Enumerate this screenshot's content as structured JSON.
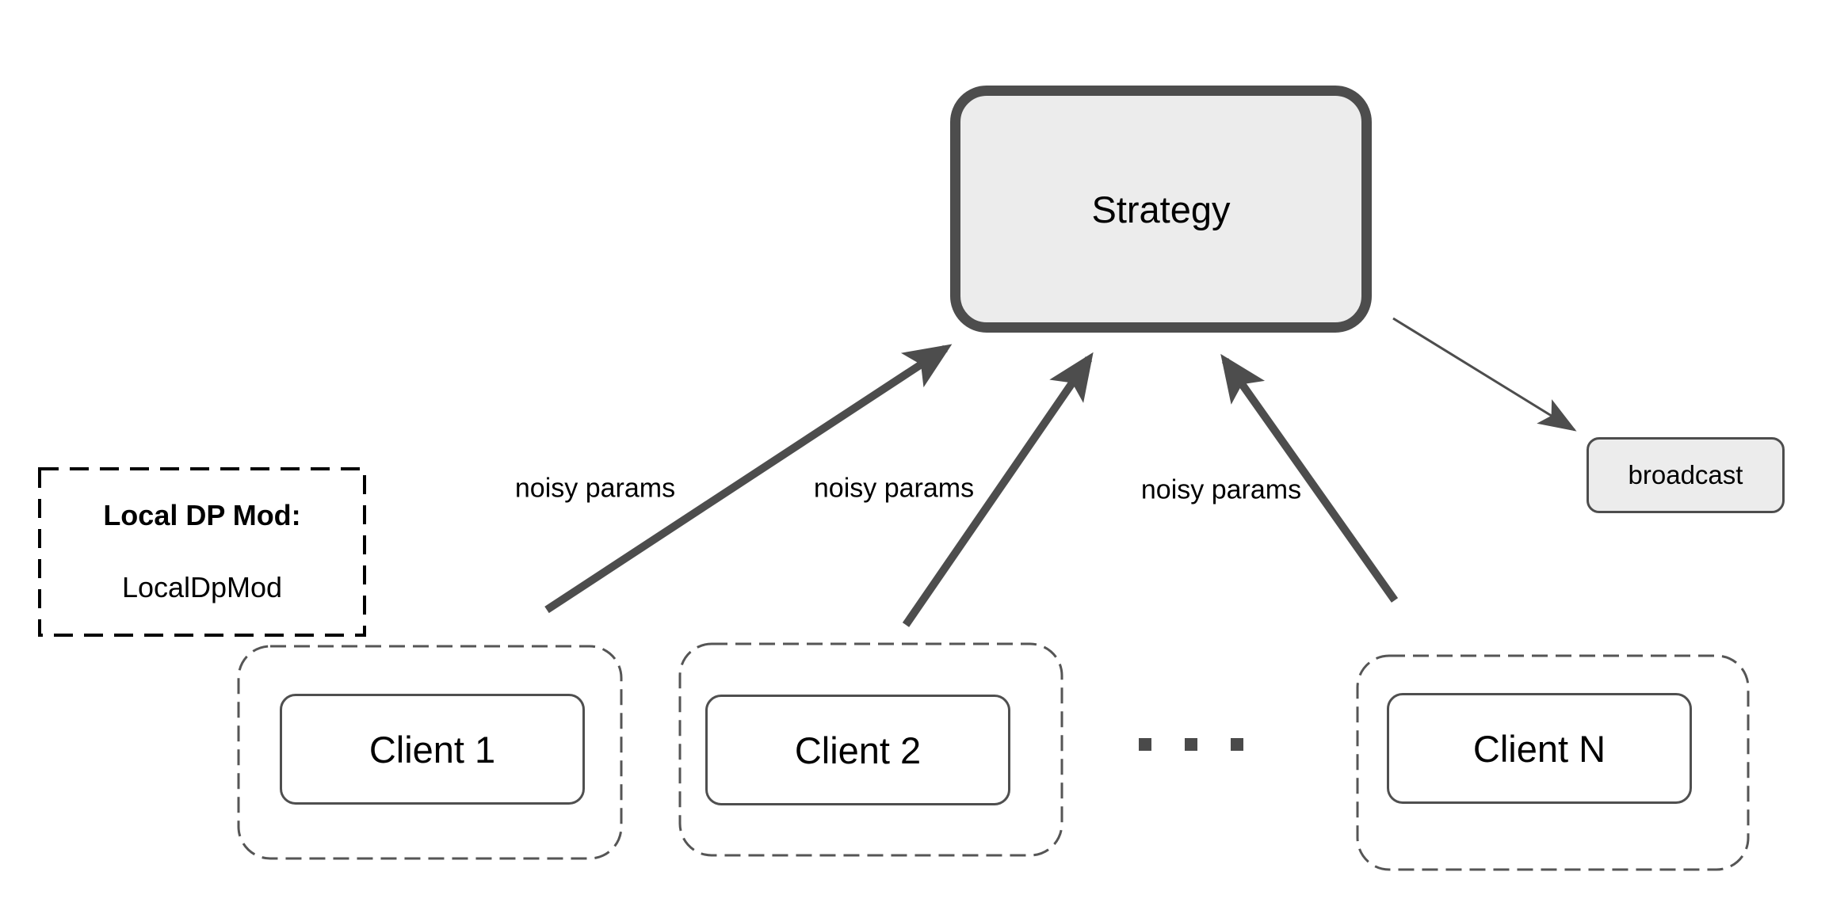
{
  "diagram": {
    "strategy": {
      "label": "Strategy"
    },
    "broadcast": {
      "label": "broadcast"
    },
    "local_dp_mod": {
      "title": "Local DP Mod:",
      "value": "LocalDpMod"
    },
    "clients": [
      {
        "label": "Client 1"
      },
      {
        "label": "Client 2"
      },
      {
        "label": "Client N"
      }
    ],
    "ellipsis_dots": 3,
    "arrows": [
      {
        "label": "noisy params",
        "from": "Client 1",
        "to": "Strategy"
      },
      {
        "label": "noisy params",
        "from": "Client 2",
        "to": "Strategy"
      },
      {
        "label": "noisy params",
        "from": "Client N",
        "to": "Strategy"
      },
      {
        "label": "",
        "from": "Strategy",
        "to": "broadcast"
      }
    ],
    "colors": {
      "box_fill": "#ececec",
      "stroke_dark": "#4d4d4d",
      "stroke_gray": "#555555",
      "dashed_black": "#000000",
      "text": "#000000",
      "client_fill": "#ffffff"
    }
  }
}
